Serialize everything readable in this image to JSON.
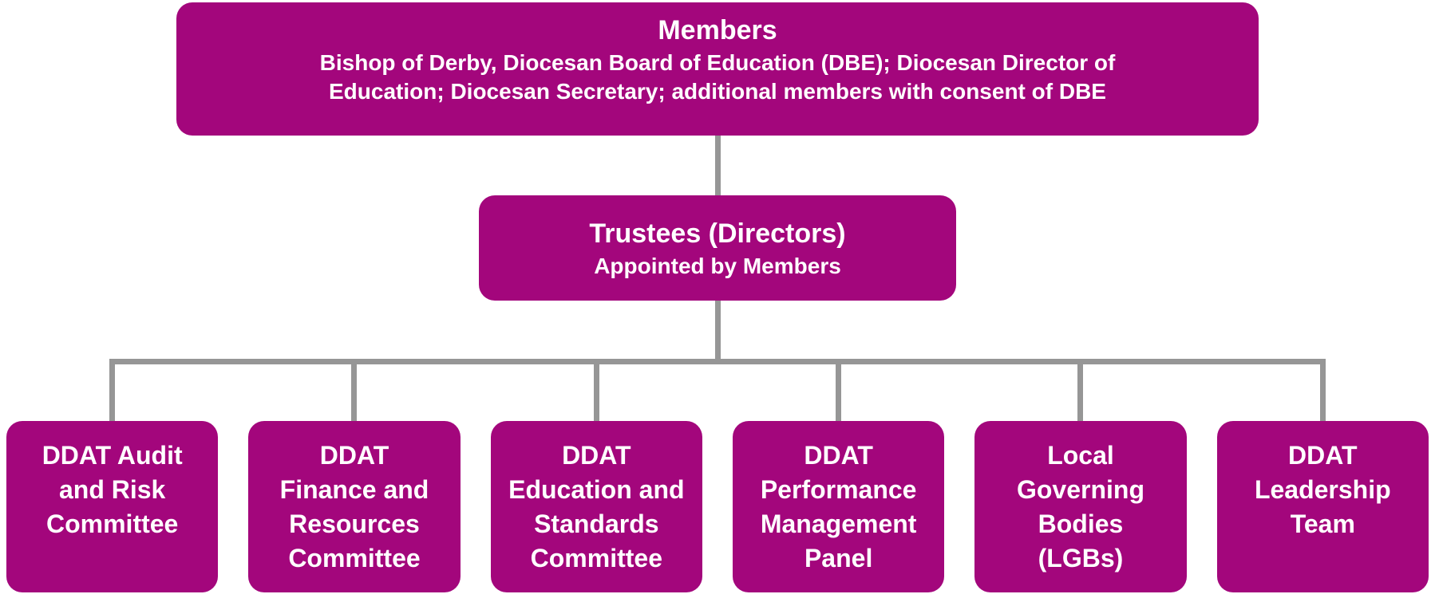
{
  "colors": {
    "node_fill": "#A3067C",
    "node_text": "#FFFFFF",
    "connector": "#969696",
    "background": "#FFFFFF"
  },
  "members": {
    "title": "Members",
    "description": "Bishop of Derby, Diocesan Board of Education (DBE); Diocesan Director of\nEducation; Diocesan Secretary; additional members with consent of DBE"
  },
  "trustees": {
    "title": "Trustees (Directors)",
    "description": "Appointed by Members"
  },
  "committees": [
    {
      "label": "DDAT Audit\nand Risk\nCommittee"
    },
    {
      "label": "DDAT\nFinance and\nResources\nCommittee"
    },
    {
      "label": "DDAT\nEducation and\nStandards\nCommittee"
    },
    {
      "label": "DDAT\nPerformance\nManagement\nPanel"
    },
    {
      "label": "Local\nGoverning\nBodies\n(LGBs)"
    },
    {
      "label": "DDAT\nLeadership\nTeam"
    }
  ]
}
